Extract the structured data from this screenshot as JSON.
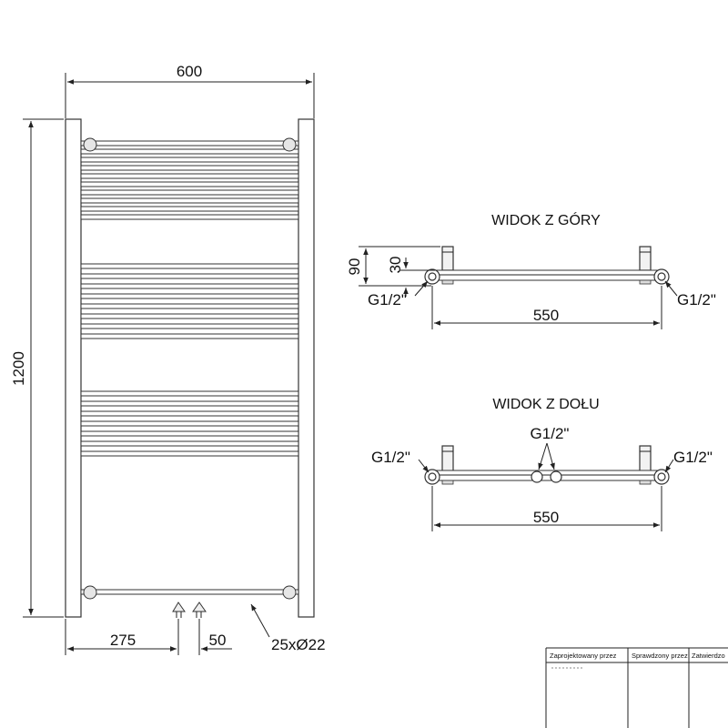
{
  "front_view": {
    "width_label": "600",
    "height_label": "1200",
    "left_offset_label": "275",
    "inlet_spacing_label": "50",
    "tubes_label": "25xØ22"
  },
  "top_view": {
    "title": "WIDOK Z GÓRY",
    "depth_label": "90",
    "offset_label": "30",
    "connection_left": "G1/2\"",
    "connection_right": "G1/2\"",
    "span_label": "550"
  },
  "bottom_view": {
    "title": "WIDOK Z DOŁU",
    "connection_left": "G1/2\"",
    "connection_center": "G1/2\"",
    "connection_right": "G1/2\"",
    "span_label": "550"
  },
  "title_block": {
    "designed_by": "Zaprojektowany przez",
    "checked_by": "Sprawdzony przez",
    "approved_by": "Zatwierdzo"
  }
}
